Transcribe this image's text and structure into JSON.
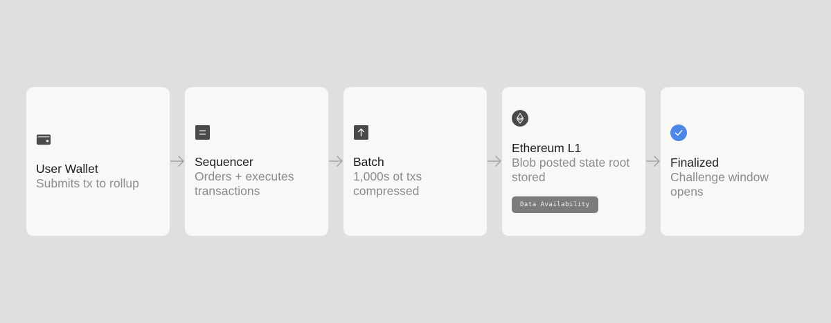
{
  "steps": [
    {
      "title": "User Wallet",
      "description": "Submits tx to rollup",
      "icon": "wallet-icon"
    },
    {
      "title": "Sequencer",
      "description": "Orders + executes transactions",
      "icon": "list-icon"
    },
    {
      "title": "Batch",
      "description": "1,000s ot txs compressed",
      "icon": "upload-arrow-icon"
    },
    {
      "title": "Ethereum L1",
      "description": "Blob posted state root stored",
      "icon": "ethereum-icon",
      "badge": "Data Availability"
    },
    {
      "title": "Finalized",
      "description": "Challenge window opens",
      "icon": "check-circle-icon",
      "icon_color": "#4b86e8"
    }
  ],
  "colors": {
    "background": "#dfdfdd",
    "card": "#f8f8f7",
    "icon_dark": "#4a4a48",
    "arrow": "#a2a2a0",
    "accent_check": "#4b86e8",
    "badge_bg": "#7c7c7a"
  }
}
